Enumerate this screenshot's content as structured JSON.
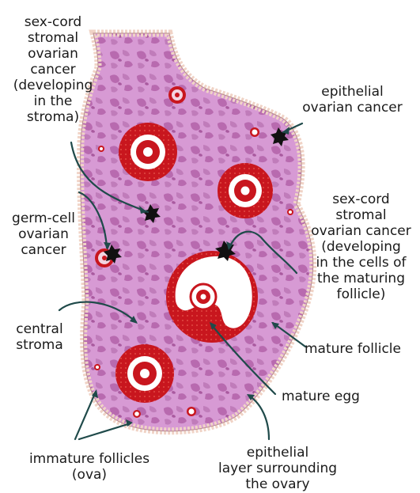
{
  "labels": {
    "sex_cord_stroma": "sex-cord\nstromal\novarian\ncancer\n(developing\nin the\nstroma)",
    "epithelial_cancer": "epithelial\novarian cancer",
    "germ_cell": "germ-cell\novarian\ncancer",
    "sex_cord_follicle": "sex-cord\nstromal\novarian cancer\n(developing\nin the cells of\nthe maturing\nfollicle)",
    "central_stroma": "central\nstroma",
    "mature_follicle": "mature follicle",
    "mature_egg": "mature egg",
    "immature_follicles": "immature follicles\n(ova)",
    "epithelial_layer": "epithelial\nlayer surrounding\nthe ovary"
  },
  "colors": {
    "tissue": "#d79ad4",
    "stroma_texture": "#b86aaf",
    "epithelium": "#f0d3c6",
    "follicle_red": "#c8161e",
    "tumor": "#111111",
    "text": "#1a1a1a"
  },
  "icons": [
    "tumor-star-icon"
  ]
}
